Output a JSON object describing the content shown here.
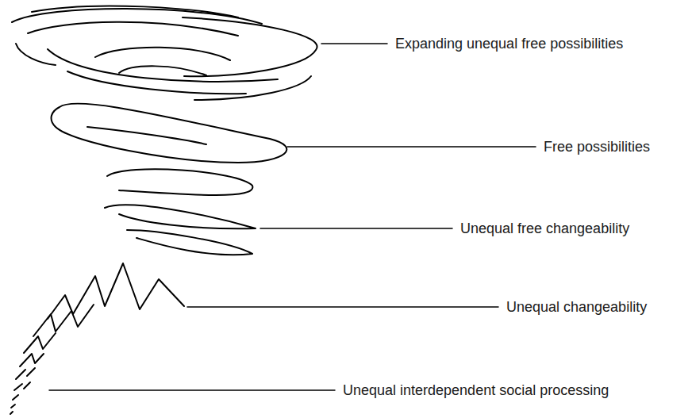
{
  "diagram": {
    "labels": [
      "Expanding unequal free possibilities",
      "Free possibilities",
      "Unequal free changeability",
      "Unequal changeability",
      "Unequal interdependent social processing"
    ]
  }
}
